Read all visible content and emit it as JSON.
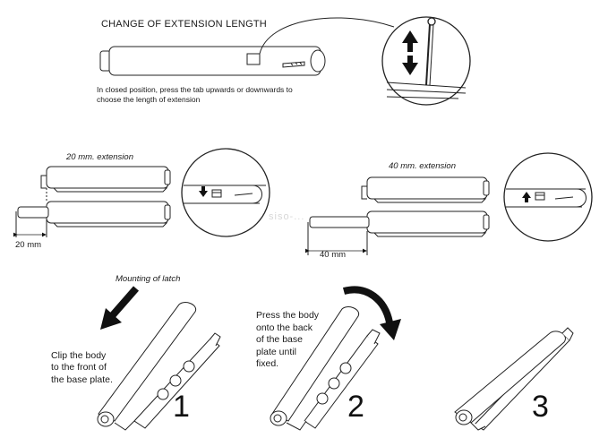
{
  "header": {
    "title": "CHANGE OF EXTENSION LENGTH",
    "note_line1": "In closed position, press the tab upwards or downwards to",
    "note_line2": "choose the length of extension"
  },
  "ext20": {
    "label": "20 mm. extension",
    "dim": "20 mm"
  },
  "ext40": {
    "label": "40 mm. extension",
    "dim": "40 mm"
  },
  "watermark": "siso-...",
  "mounting": {
    "label": "Mounting of latch",
    "step1": {
      "lines": [
        "Clip the body",
        "to the front of",
        "the base plate."
      ],
      "number": "1"
    },
    "step2": {
      "lines": [
        "Press the body",
        "onto the back",
        "of the base",
        "plate until",
        "fixed."
      ],
      "number": "2"
    },
    "step3": {
      "number": "3"
    }
  }
}
